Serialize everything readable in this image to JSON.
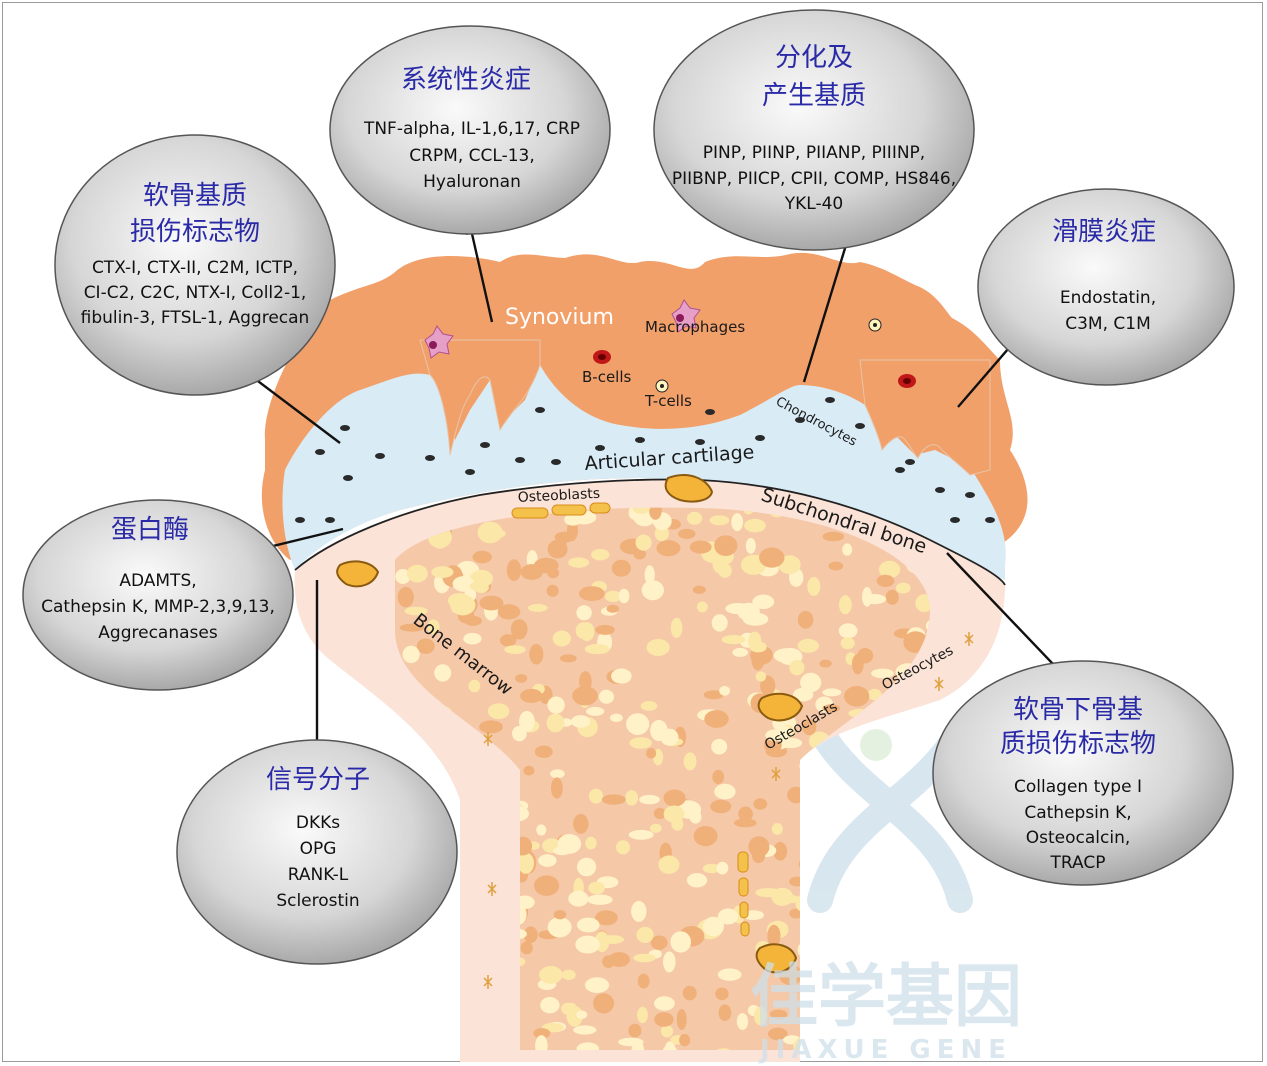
{
  "colors": {
    "synovium": "#f2a06a",
    "cartilage": "#d9ebf5",
    "bone": "#fbe3d8",
    "marrow_bg": "#f5c8a8",
    "marrow_fat": "#fbe7a8",
    "marrow_cell": "#f0b07a",
    "bubble_title": "#2a2aa8",
    "watermark": "#c8dbe6"
  },
  "bubbles": {
    "systemic": {
      "title_lines": [
        "系统性炎症"
      ],
      "lines": [
        "TNF-alpha, IL-1,6,17, CRP",
        "CRPM, CCL-13,",
        "Hyaluronan"
      ]
    },
    "differentiation": {
      "title_lines": [
        "分化及",
        "产生基质"
      ],
      "lines": [
        "PINP, PIINP, PIIANP, PIIINP,",
        "PIIBNP,  PIICP,  CPII, COMP, HS846,",
        "YKL-40"
      ]
    },
    "cartilage_matrix": {
      "title_lines": [
        "软骨基质",
        "损伤标志物"
      ],
      "lines": [
        "CTX-I, CTX-II, C2M, ICTP,",
        "CI-C2, C2C, NTX-I, Coll2-1,",
        "fibulin-3, FTSL-1, Aggrecan"
      ]
    },
    "synovial": {
      "title_lines": [
        "滑膜炎症"
      ],
      "lines": [
        "Endostatin,",
        "C3M, C1M"
      ]
    },
    "protease": {
      "title_lines": [
        "蛋白酶"
      ],
      "lines": [
        "ADAMTS,",
        "Cathepsin K, MMP-2,3,9,13,",
        "Aggrecanases"
      ]
    },
    "signaling": {
      "title_lines": [
        "信号分子"
      ],
      "lines": [
        "DKKs",
        "OPG",
        "RANK-L",
        "Sclerostin"
      ]
    },
    "subchondral": {
      "title_lines": [
        "软骨下骨基",
        "质损伤标志物"
      ],
      "lines": [
        "Collagen type I",
        "Cathepsin K,",
        "Osteocalcin,",
        "TRACP"
      ]
    }
  },
  "labels": {
    "synovium": "Synovium",
    "macrophages": "Macrophages",
    "b_cells": "B-cells",
    "t_cells": "T-cells",
    "chondrocytes": "Chondrocytes",
    "articular_cartilage": "Articular cartilage",
    "osteoblasts": "Osteoblasts",
    "subchondral_bone": "Subchondral bone",
    "bone_marrow": "Bone marrow",
    "osteocytes": "Osteocytes",
    "osteoclasts": "Osteoclasts"
  },
  "watermark": {
    "cn": "佳学基因",
    "en": "JIAXUE GENE"
  }
}
